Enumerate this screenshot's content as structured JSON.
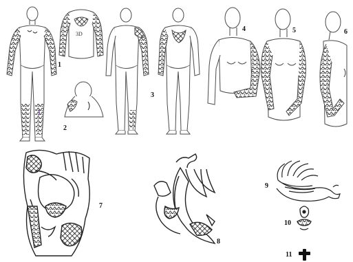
{
  "figure_numbers": [
    "1",
    "2",
    "3",
    "4",
    "5",
    "6",
    "7",
    "8",
    "9",
    "10",
    "11"
  ],
  "colors": {
    "outline": "#4a4a4a",
    "tattoo": "#2b2b2b",
    "tattoo_shade": "#6b6b6b",
    "accent_purple": "#8a6da8",
    "background": "#ffffff"
  }
}
